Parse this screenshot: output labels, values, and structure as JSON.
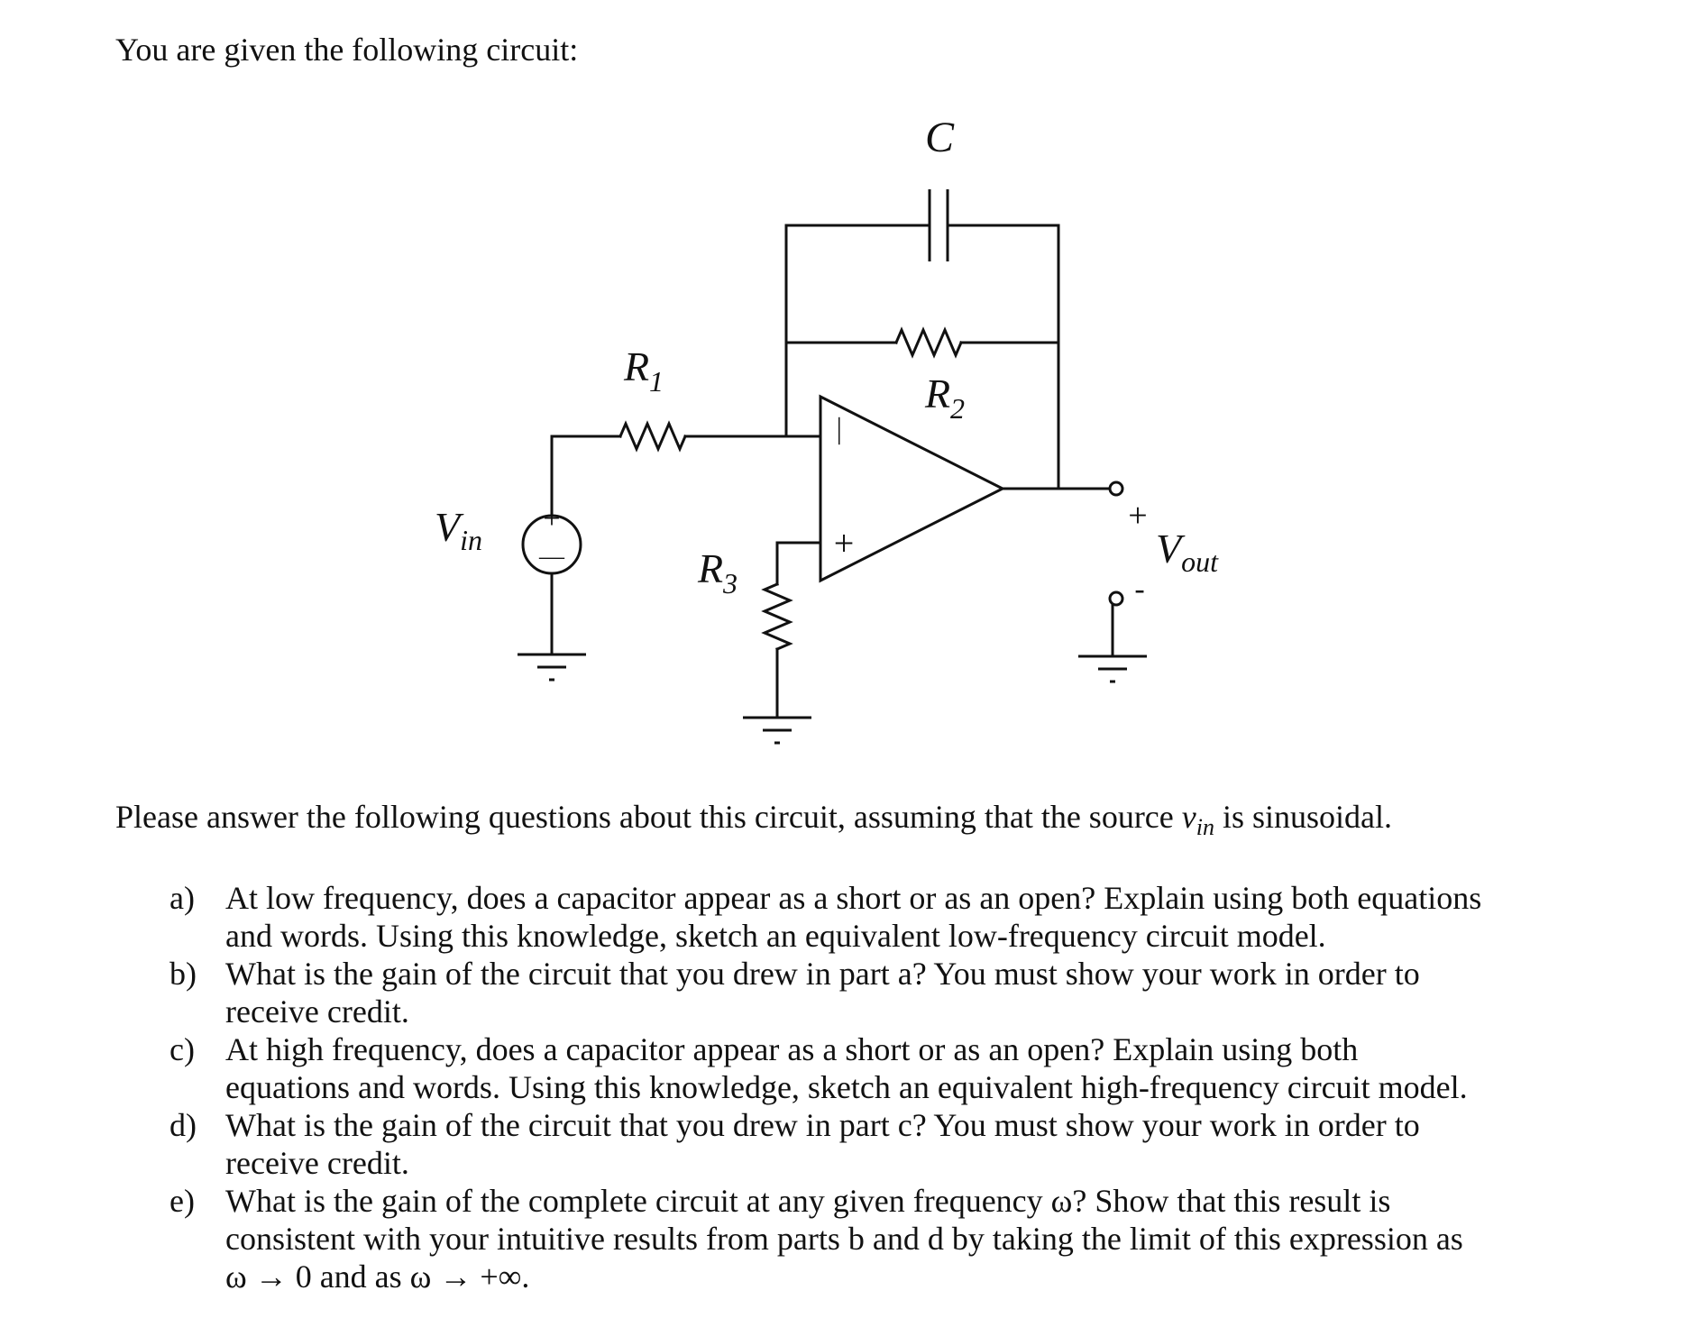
{
  "intro_text": "You are given the following circuit:",
  "circuit": {
    "labels": {
      "capacitor": "C",
      "r1": "R",
      "r1_sub": "1",
      "r2": "R",
      "r2_sub": "2",
      "r3": "R",
      "r3_sub": "3",
      "vin": "V",
      "vin_sub": "in",
      "vout": "V",
      "vout_sub": "out",
      "vout_plus": "+",
      "vout_minus": "-",
      "opamp_minus": "—",
      "opamp_plus": "+",
      "source_plus": "+",
      "source_minus": "—"
    }
  },
  "prompt": {
    "before": "Please answer the following questions about this circuit, assuming that the source ",
    "var": "v",
    "var_sub": "in",
    "after": " is sinusoidal."
  },
  "questions": [
    {
      "marker": "a)",
      "lines": [
        "At low frequency, does a capacitor appear as a short or as an open? Explain using both equations",
        "and words. Using this knowledge, sketch an equivalent low-frequency circuit model."
      ]
    },
    {
      "marker": "b)",
      "lines": [
        "What is the gain of the circuit that you drew in part a? You must show your work in order to",
        "receive credit."
      ]
    },
    {
      "marker": "c)",
      "lines": [
        "At high frequency, does a capacitor appear as a short or as an open? Explain using both",
        "equations and words. Using this knowledge, sketch an equivalent high-frequency circuit model."
      ]
    },
    {
      "marker": "d)",
      "lines": [
        "What is the gain of the circuit that you drew in part c? You must show your work in order to",
        "receive credit."
      ]
    },
    {
      "marker": "e)",
      "lines": [
        "What is the gain of the complete circuit at any given frequency ω? Show that this result is",
        "consistent with your intuitive results from parts b and d by taking the limit of this expression as",
        "ω → 0 and as ω → +∞."
      ]
    }
  ]
}
